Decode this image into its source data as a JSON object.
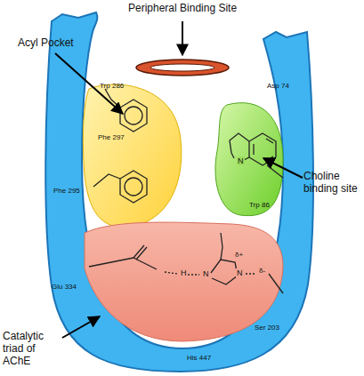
{
  "diagram": {
    "labels": [
      "Peripheral Binding Site",
      "Acyl Pocket",
      "Choline binding site",
      "Catalytic triad of AChE",
      "Trp 286",
      "Asp 74",
      "Phe 297",
      "Phe 295",
      "Trp 86",
      "Glu 334",
      "His 447",
      "Ser 203",
      "N",
      "H",
      "N",
      "N",
      "δ+",
      "δ-"
    ]
  }
}
